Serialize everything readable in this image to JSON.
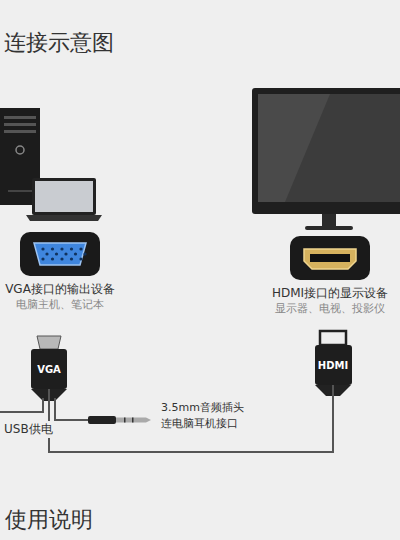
{
  "diagram": {
    "title": "连接示意图",
    "nodes": [
      {
        "text": [
          "VGA接口的输出设备",
          "电脑主机、笔记本"
        ]
      },
      {
        "text": [
          "HDMI接口的显示设备",
          "显示器、电视、投影仪"
        ]
      },
      {
        "text": [
          "VGA"
        ]
      },
      {
        "text": [
          "HDMI"
        ]
      }
    ],
    "edges": [
      {
        "from": 2,
        "to": 3,
        "arrow": "none"
      }
    ],
    "labels": [
      "USB供电",
      "3.5mm音频插头",
      "连电脑耳机接口",
      "使用说明"
    ]
  }
}
